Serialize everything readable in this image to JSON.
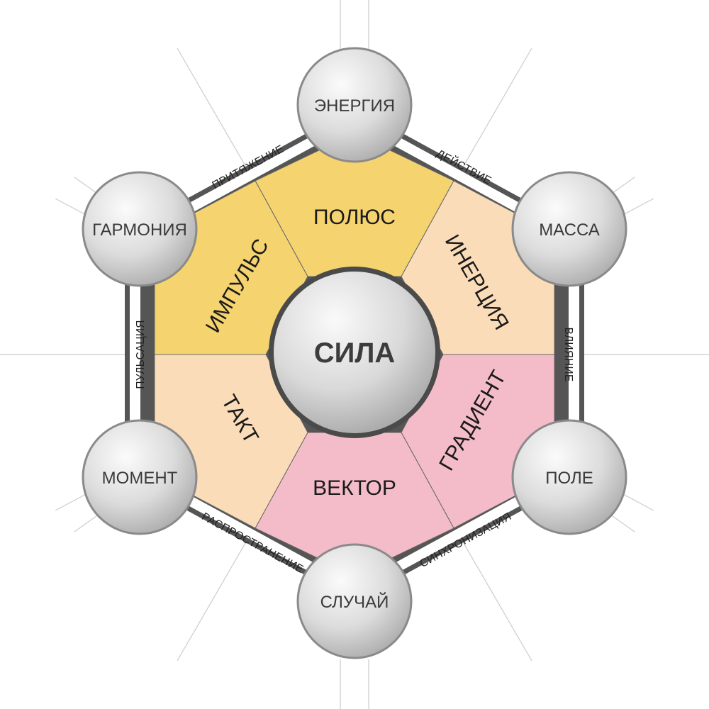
{
  "center": {
    "label": "СИЛА"
  },
  "nodes": {
    "top": "ЭНЕРГИЯ",
    "upper_right": "МАССА",
    "lower_right": "ПОЛЕ",
    "bottom": "СЛУЧАЙ",
    "lower_left": "МОМЕНТ",
    "upper_left": "ГАРМОНИЯ"
  },
  "edges": {
    "top_right": "ДЕЙСТВИЕ",
    "right": "ВЛИЯНИЕ",
    "bottom_right": "СИНХРОНИЗАЦИЯ",
    "bottom_left": "РАСПРОСТРАНЕНИЕ",
    "left": "ПУЛЬСАЦИЯ",
    "top_left": "ПРИТЯЖЕНИЕ"
  },
  "segments": {
    "top": {
      "label": "ПОЛЮС",
      "color": "#f5d36e"
    },
    "upper_right": {
      "label": "ИНЕРЦИЯ",
      "color": "#fbdcb8"
    },
    "lower_right": {
      "label": "ГРАДИЕНТ",
      "color": "#f4bcc9"
    },
    "bottom": {
      "label": "ВЕКТОР",
      "color": "#f4bcc9"
    },
    "lower_left": {
      "label": "ТАКТ",
      "color": "#fbdcb8"
    },
    "upper_left": {
      "label": "ИМПУЛЬС",
      "color": "#f5d36e"
    }
  },
  "colors": {
    "frame": "#555555",
    "ray": "#cccccc",
    "sphere_outline": "#8a8a8a",
    "center_outline": "#4a4a4a"
  }
}
